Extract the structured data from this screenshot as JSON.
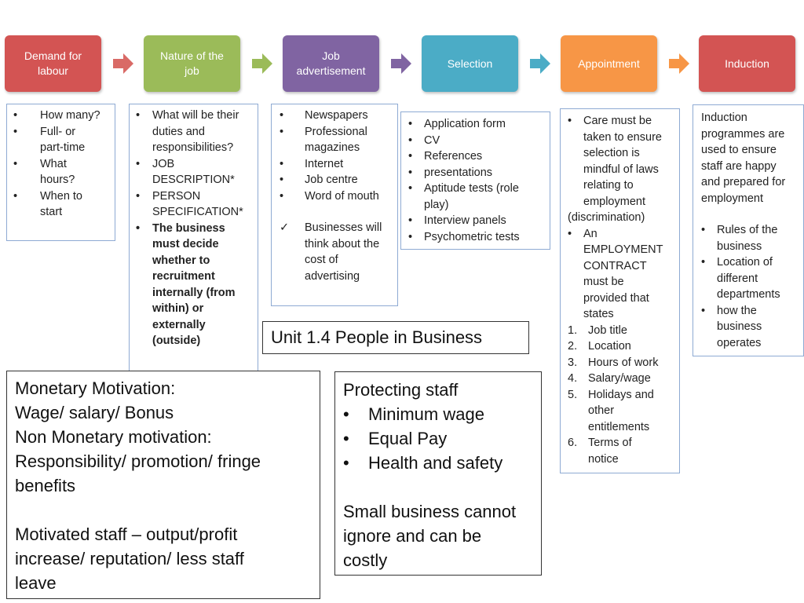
{
  "steps": [
    {
      "label": "Demand for\nlabour",
      "color": "#d35453"
    },
    {
      "label": "Nature of the\njob",
      "color": "#9bbb59"
    },
    {
      "label": "Job\nadvertisement",
      "color": "#8064a2"
    },
    {
      "label": "Selection",
      "color": "#4bacc6"
    },
    {
      "label": "Appointment",
      "color": "#f79646"
    },
    {
      "label": "Induction",
      "color": "#d35453"
    }
  ],
  "demand_box": {
    "items": [
      "How many?",
      "Full- or\npart-time",
      "What\nhours?",
      "When to\nstart"
    ]
  },
  "nature_box": {
    "items": [
      "What will be their\nduties and\nresponsibilities?",
      "JOB\nDESCRIPTION*",
      "PERSON\nSPECIFICATION*"
    ],
    "bold_item": "The business\nmust decide\nwhether to\nrecruitment\ninternally (from\nwithin) or\nexternally\n(outside)"
  },
  "advert_box": {
    "items": [
      "Newspapers",
      "Professional\nmagazines",
      "Internet",
      "Job centre",
      "Word of mouth"
    ],
    "check_item": "Businesses will\nthink about the\ncost of\nadvertising"
  },
  "selection_box": {
    "items": [
      "Application form",
      "CV",
      "References",
      "presentations",
      "Aptitude tests (role\nplay)",
      "Interview panels",
      "Psychometric tests"
    ]
  },
  "appointment_box": {
    "item1": "Care must be\ntaken to ensure\nselection is\nmindful of laws\nrelating to\nemployment",
    "item1_tail": "(discrimination)",
    "item2": "An\nEMPLOYMENT\nCONTRACT\nmust be\nprovided that\nstates",
    "numbered": [
      "Job title",
      "Location",
      "Hours of work",
      "Salary/wage",
      "Holidays and\nother\nentitlements",
      "Terms of\nnotice"
    ]
  },
  "induction_box": {
    "intro": "Induction\nprogrammes are\nused to ensure\nstaff are happy\nand prepared for\nemployment",
    "items": [
      "Rules of the\nbusiness",
      "Location of\ndifferent\ndepartments",
      " how the\nbusiness\noperates"
    ]
  },
  "unit_title": "Unit 1.4 People in Business",
  "motivation_box": {
    "text": "Monetary Motivation:\nWage/ salary/ Bonus\nNon Monetary motivation:\nResponsibility/ promotion/ fringe\nbenefits\n\nMotivated staff – output/profit\nincrease/ reputation/ less staff\nleave"
  },
  "protecting_box": {
    "heading": "Protecting staff",
    "items": [
      "Minimum wage",
      "Equal Pay",
      "Health and safety"
    ],
    "footer": "Small business cannot\nignore and can be\ncostly"
  },
  "icons": {
    "arrow": "right-arrow-icon",
    "bullet": "bullet-icon",
    "check": "check-mark-icon"
  }
}
